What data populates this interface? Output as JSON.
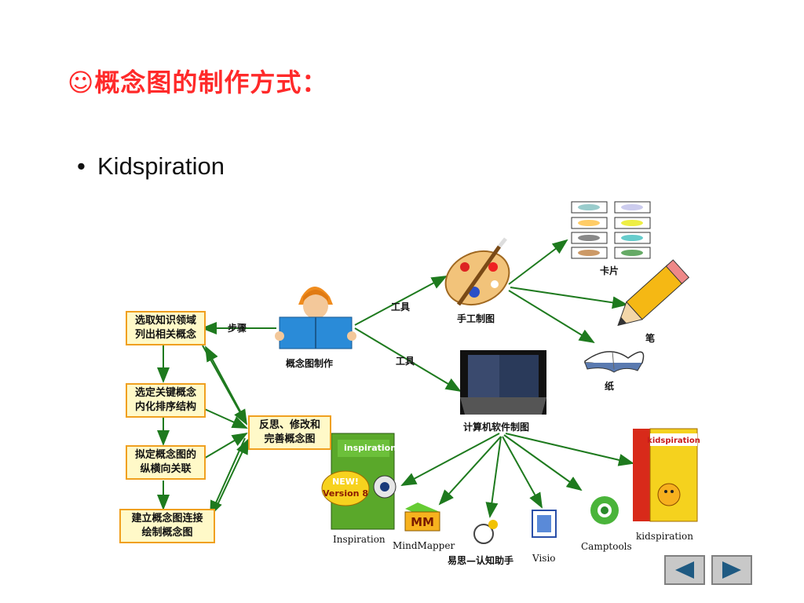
{
  "title": "☺概念图的制作方式：",
  "bullet": "Kidspiration",
  "diagram": {
    "steps": [
      "选取知识领域\n列出相关概念",
      "选定关键概念\n内化排序结构",
      "拟定概念图的\n纵横向关联",
      "建立概念图连接\n绘制概念图"
    ],
    "revise": "反思、修改和\n完善概念图",
    "step_label": "步骤",
    "center": "概念图制作",
    "tool_label_1": "工具",
    "tool_label_2": "工具",
    "manual": "手工制图",
    "computer": "计算机软件制图",
    "cards": "卡片",
    "pen": "笔",
    "paper": "纸",
    "software": [
      "Inspiration",
      "MindMapper",
      "易思—认知助手",
      "Visio",
      "Camptools",
      "kidspiration"
    ],
    "inspiration_box_text": "inspiration",
    "new_badge": "NEW!\nVersion 8",
    "kid_box_text": "kidspiration",
    "mm_text": "MM"
  },
  "colors": {
    "title": "#ff2a2a",
    "arrow": "#1e7a1e",
    "box_bg": "#fff9c8",
    "box_border": "#f0a020"
  }
}
